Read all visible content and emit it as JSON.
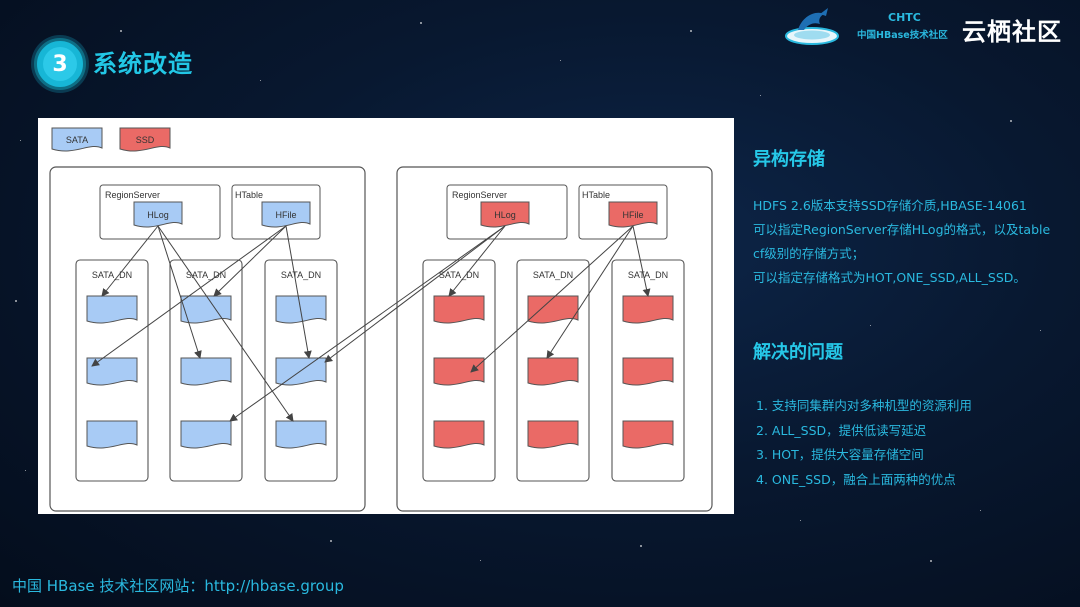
{
  "header": {
    "section_number": "3",
    "section_title": "系统改造",
    "org_short": "CHTC",
    "org_full": "中国HBase技术社区",
    "brand": "云栖社区"
  },
  "diagram": {
    "legend": [
      "SATA",
      "SSD"
    ],
    "colors": {
      "sata": "#a8cbf5",
      "ssd": "#ea6a66",
      "stroke": "#555555"
    },
    "clusters": [
      {
        "media": "sata",
        "region_server": "RegionServer",
        "hlog": "HLog",
        "htable": "HTable",
        "hfile": "HFile",
        "nodes": [
          "SATA_DN",
          "SATA_DN",
          "SATA_DN"
        ]
      },
      {
        "media": "ssd",
        "region_server": "RegionServer",
        "hlog": "HLog",
        "htable": "HTable",
        "hfile": "HFile",
        "nodes": [
          "SATA_DN",
          "SATA_DN",
          "SATA_DN"
        ]
      }
    ]
  },
  "side": {
    "heading1": "异构存储",
    "desc_lines": [
      "HDFS 2.6版本支持SSD存储介质,HBASE-14061",
      "可以指定RegionServer存储HLog的格式，以及table",
      "cf级别的存储方式；",
      "可以指定存储格式为HOT,ONE_SSD,ALL_SSD。"
    ],
    "heading2": "解决的问题",
    "items": [
      "1.  支持同集群内对多种机型的资源利用",
      "2.  ALL_SSD，提供低读写延迟",
      "3.  HOT，提供大容量存储空间",
      "4.  ONE_SSD，融合上面两种的优点"
    ]
  },
  "footer": "中国 HBase 技术社区网站：http://hbase.group"
}
